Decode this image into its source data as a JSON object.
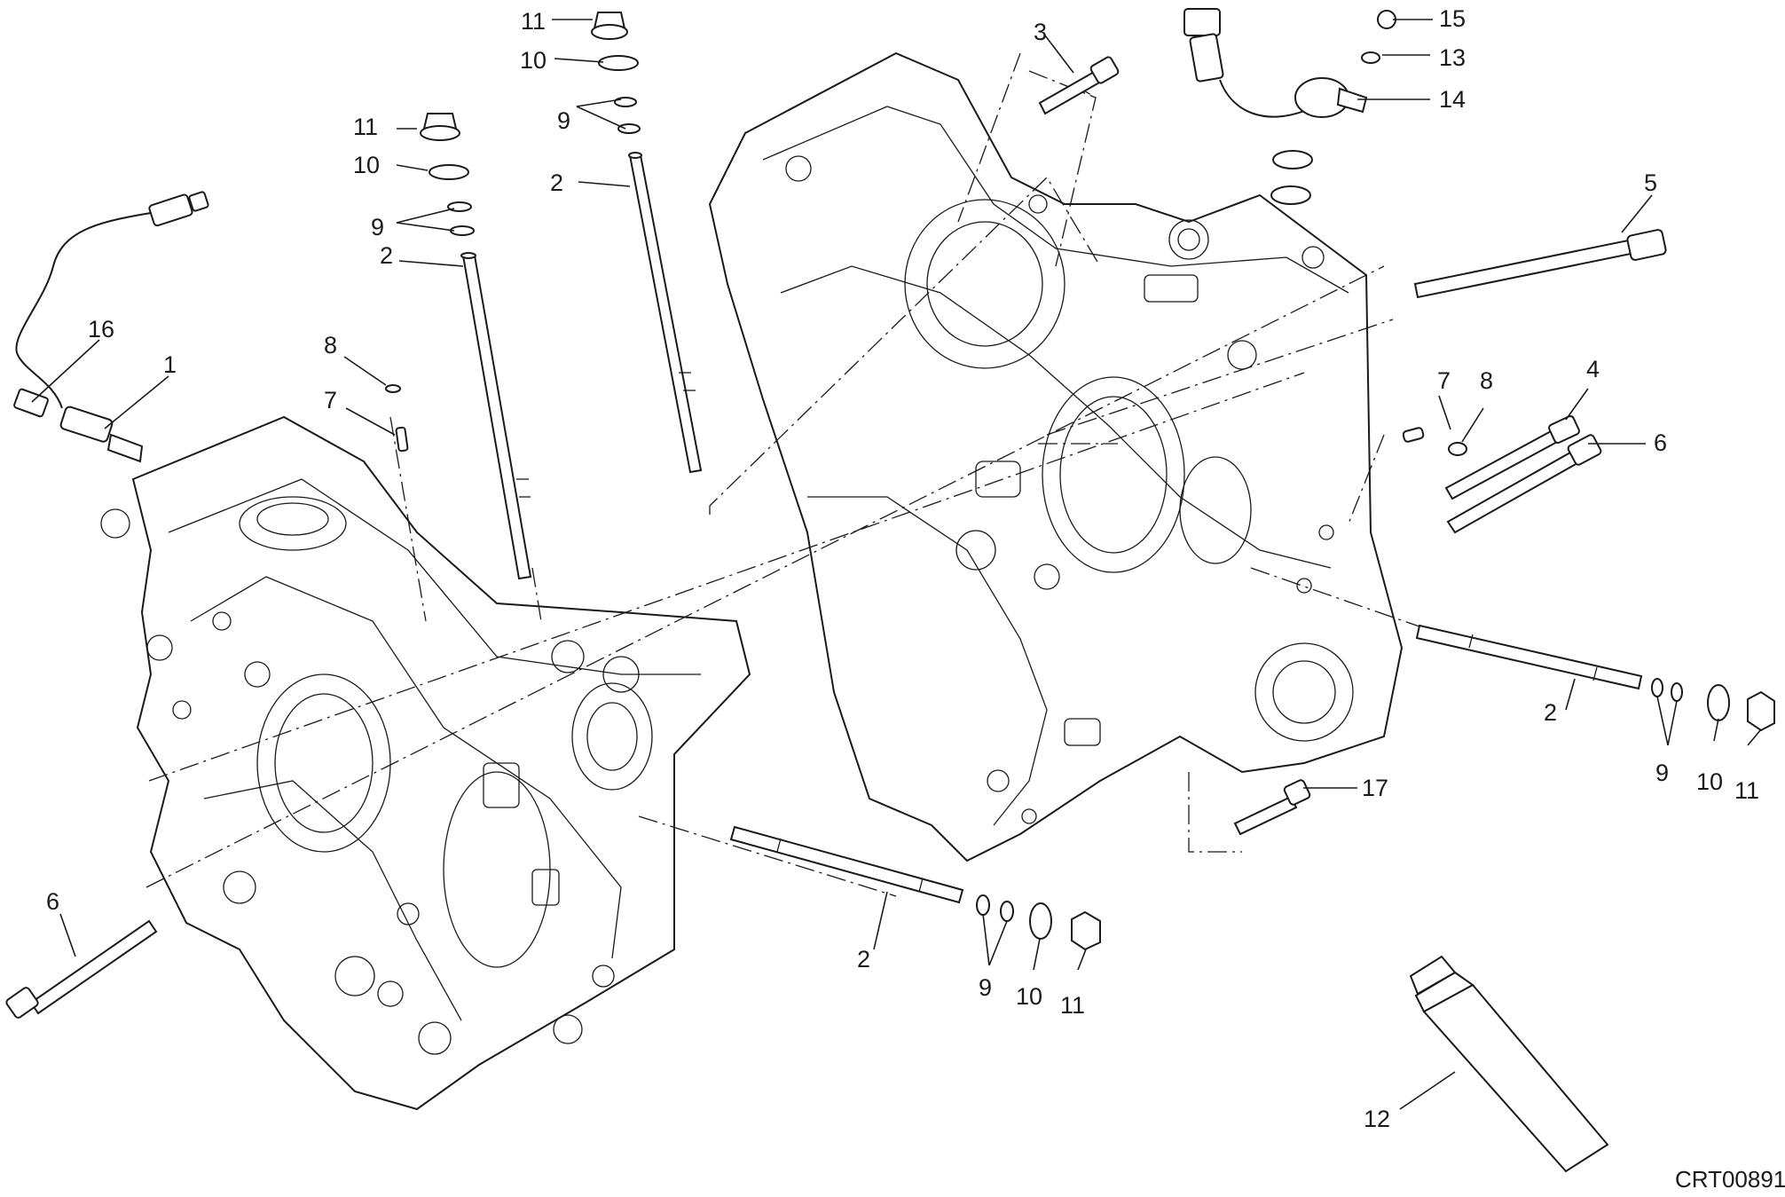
{
  "diagram": {
    "code": "CRT00891",
    "callouts": [
      {
        "id": "c-11-a",
        "text": "11",
        "part": "flange-nut"
      },
      {
        "id": "c-10-a",
        "text": "10",
        "part": "washer"
      },
      {
        "id": "c-9-a",
        "text": "9",
        "part": "o-ring"
      },
      {
        "id": "c-2-a",
        "text": "2",
        "part": "stud-bolt"
      },
      {
        "id": "c-11-b",
        "text": "11",
        "part": "flange-nut"
      },
      {
        "id": "c-10-b",
        "text": "10",
        "part": "washer"
      },
      {
        "id": "c-9-b",
        "text": "9",
        "part": "o-ring"
      },
      {
        "id": "c-2-b",
        "text": "2",
        "part": "stud-bolt"
      },
      {
        "id": "c-8-a",
        "text": "8",
        "part": "o-ring"
      },
      {
        "id": "c-7-a",
        "text": "7",
        "part": "dowel-pin"
      },
      {
        "id": "c-16",
        "text": "16",
        "part": "cable-harness"
      },
      {
        "id": "c-1",
        "text": "1",
        "part": "sensor"
      },
      {
        "id": "c-3",
        "text": "3",
        "part": "screw"
      },
      {
        "id": "c-15",
        "text": "15",
        "part": "screw"
      },
      {
        "id": "c-13",
        "text": "13",
        "part": "washer"
      },
      {
        "id": "c-14",
        "text": "14",
        "part": "sensor"
      },
      {
        "id": "c-5",
        "text": "5",
        "part": "screw"
      },
      {
        "id": "c-7-b",
        "text": "7",
        "part": "dowel-pin"
      },
      {
        "id": "c-8-b",
        "text": "8",
        "part": "o-ring"
      },
      {
        "id": "c-4",
        "text": "4",
        "part": "screw"
      },
      {
        "id": "c-6-a",
        "text": "6",
        "part": "screw"
      },
      {
        "id": "c-2-c",
        "text": "2",
        "part": "stud-bolt"
      },
      {
        "id": "c-9-c",
        "text": "9",
        "part": "o-ring"
      },
      {
        "id": "c-10-c",
        "text": "10",
        "part": "washer"
      },
      {
        "id": "c-11-c",
        "text": "11",
        "part": "flange-nut"
      },
      {
        "id": "c-17",
        "text": "17",
        "part": "screw"
      },
      {
        "id": "c-6-b",
        "text": "6",
        "part": "screw"
      },
      {
        "id": "c-2-d",
        "text": "2",
        "part": "stud-bolt"
      },
      {
        "id": "c-9-d",
        "text": "9",
        "part": "o-ring"
      },
      {
        "id": "c-10-d",
        "text": "10",
        "part": "washer"
      },
      {
        "id": "c-11-d",
        "text": "11",
        "part": "flange-nut"
      },
      {
        "id": "c-12",
        "text": "12",
        "part": "sealant-tube"
      }
    ]
  }
}
